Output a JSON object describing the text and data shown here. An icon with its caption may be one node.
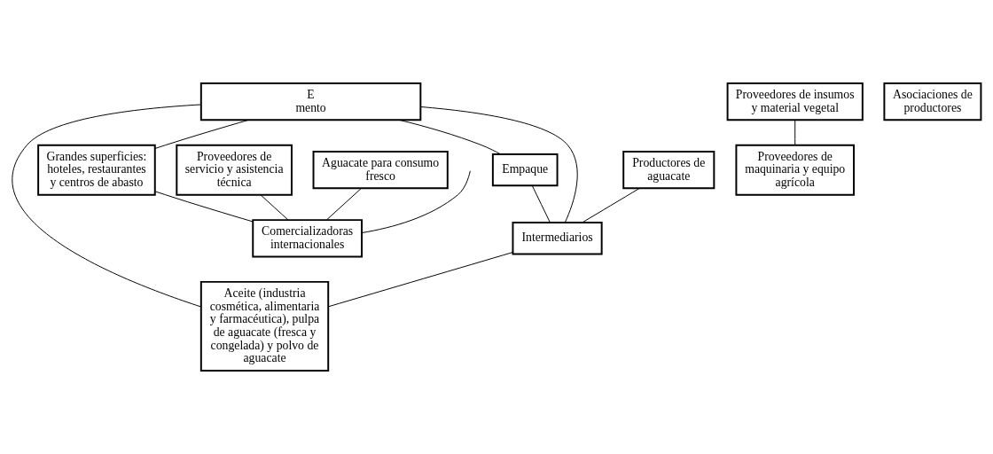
{
  "diagram": {
    "nodes": [
      {
        "text": [
          "E",
          "mento"
        ]
      },
      {
        "text": [
          "Proveedores de insumos y material vegetal"
        ]
      },
      {
        "text": [
          "Asociaciones de productores"
        ]
      },
      {
        "text": [
          "Aceite (industria cosmética, alimentaria y farmacéutica), pulpa de aguacate (fresca y congelada) y polvo de aguacate"
        ]
      },
      {
        "text": [
          "Grandes superficies: hoteles, restaurantes y centros de abasto"
        ]
      },
      {
        "text": [
          "Empaque"
        ]
      },
      {
        "text": [
          "Productores de aguacate"
        ]
      },
      {
        "text": [
          "Proveedores de maquinaria y equipo agrícola"
        ]
      },
      {
        "text": [
          "Intermediarios"
        ]
      },
      {
        "text": [
          "Proveedores de servicio y asistencia técnica"
        ]
      },
      {
        "text": [
          "Aguacate para consumo fresco"
        ]
      },
      {
        "text": [
          "Comercializadoras internacionales"
        ]
      }
    ],
    "edges": [
      {
        "from": 1,
        "to": 7,
        "arrow": "none"
      },
      {
        "from": 0,
        "to": 8,
        "arrow": "none"
      },
      {
        "from": 0,
        "to": 5,
        "arrow": "none"
      },
      {
        "from": 5,
        "to": 8,
        "arrow": "none"
      },
      {
        "from": 6,
        "to": 8,
        "arrow": "none"
      },
      {
        "from": 8,
        "to": 3,
        "arrow": "none"
      },
      {
        "from": 0,
        "to": 3,
        "arrow": "none"
      },
      {
        "from": 0,
        "to": 4,
        "arrow": "none"
      },
      {
        "from": 4,
        "to": 11,
        "arrow": "none"
      },
      {
        "from": 9,
        "to": 11,
        "arrow": "none"
      },
      {
        "from": 10,
        "to": 11,
        "arrow": "none"
      },
      {
        "from": null,
        "to": 11,
        "arrow": "none"
      }
    ]
  }
}
